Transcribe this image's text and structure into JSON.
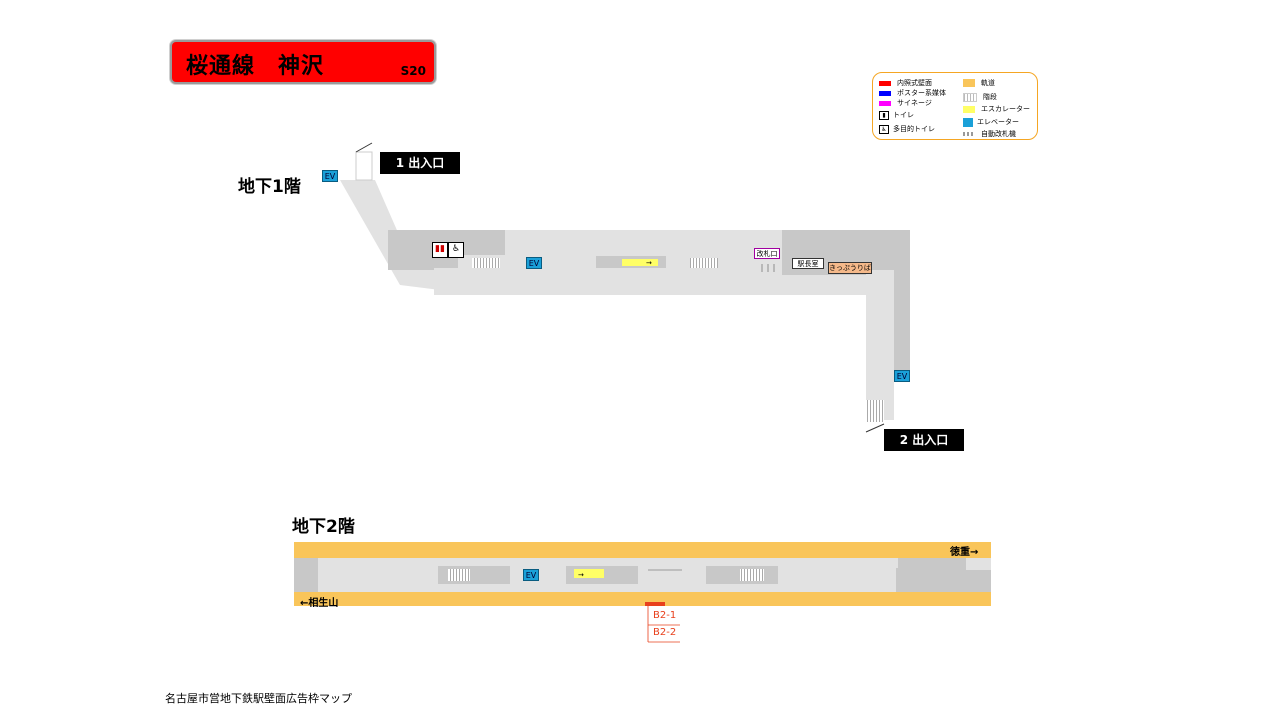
{
  "title": {
    "line_station": "桜通線　神沢",
    "code": "S20"
  },
  "floors": {
    "b1": "地下1階",
    "b2": "地下2階"
  },
  "exits": {
    "exit1": "1 出入口",
    "exit2": "2 出入口"
  },
  "ev_label": "EV",
  "labels": {
    "gate": "改札口",
    "office": "駅長室",
    "tickets": "きっぷうりば"
  },
  "legend": {
    "wall": "内照式壁面",
    "poster": "ポスター系媒体",
    "signage": "サイネージ",
    "toilet": "トイレ",
    "mp_toilet": "多目的トイレ",
    "track": "軌道",
    "stairs": "階段",
    "escalator": "エスカレーター",
    "elevator": "エレベーター",
    "gate": "自動改札機"
  },
  "destinations": {
    "east": "徳重→",
    "west": "←相生山"
  },
  "ad_codes": [
    "B2-1",
    "B2-2"
  ],
  "footer": "名古屋市営地下鉄駅壁面広告枠マップ",
  "colors": {
    "wall_ad": "#ff0000",
    "poster": "#0000ff",
    "signage": "#ff00ff",
    "track": "#f9c55a",
    "ev": "#1aa0d8",
    "tickets": "#f5b98a"
  }
}
